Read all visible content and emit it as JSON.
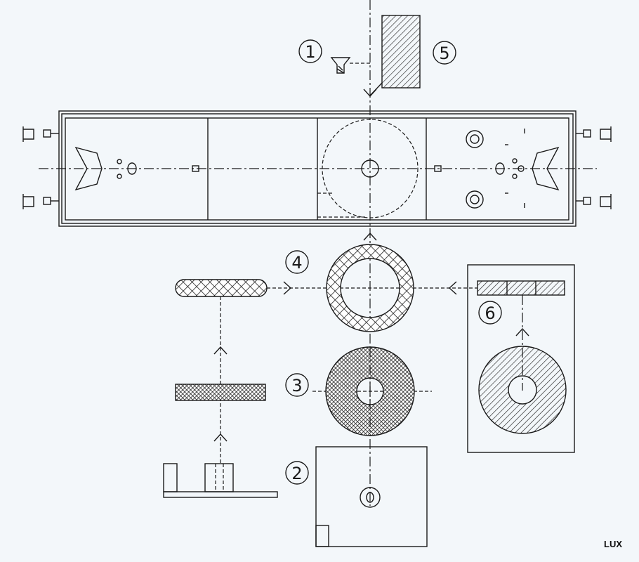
{
  "labels": {
    "one": "1",
    "two": "2",
    "three": "3",
    "four": "4",
    "five": "5",
    "six": "6"
  },
  "brand": "LUX",
  "colors": {
    "background": "#f3f7fa",
    "ink": "#1a1a1a"
  }
}
